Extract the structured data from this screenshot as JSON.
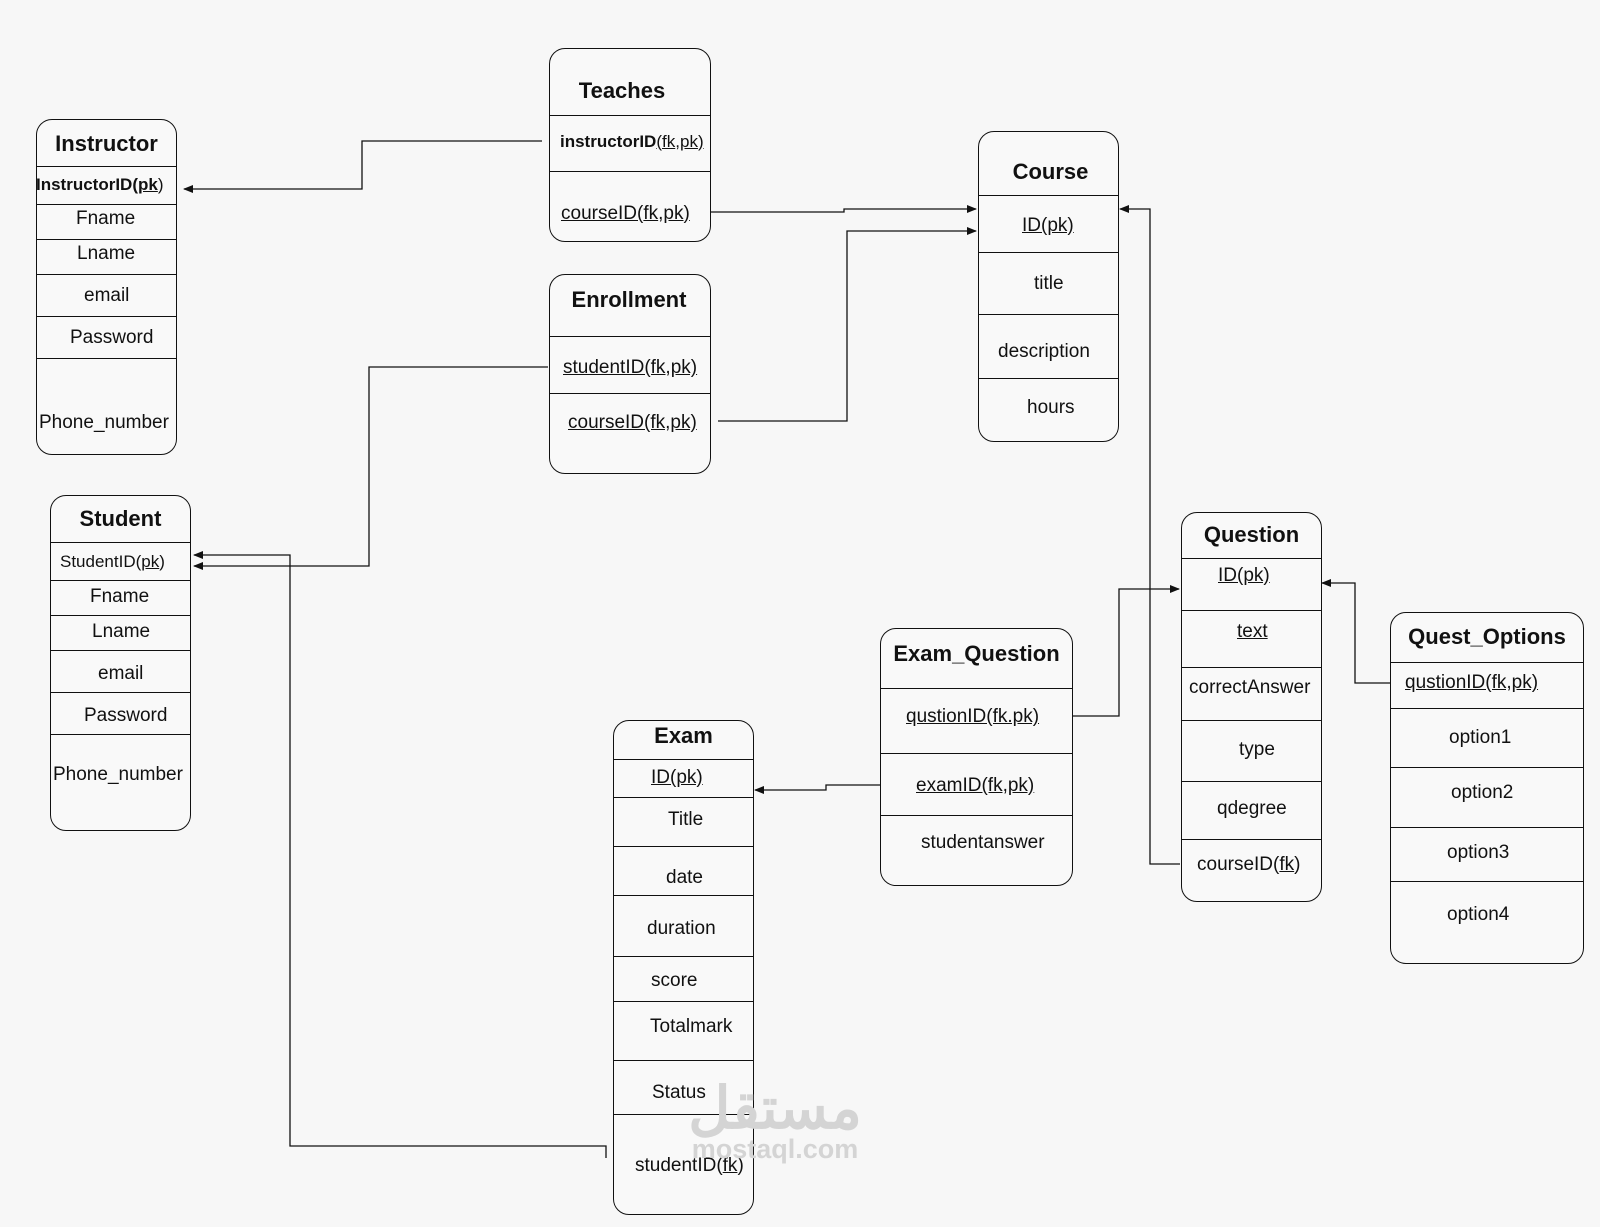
{
  "entities": [
    {
      "id": "instructor",
      "title": "Instructor",
      "fields": [
        [
          {
            "t": "InstructorID(",
            "b": 1
          },
          {
            "t": "pk",
            "b": 1,
            "u": 1
          },
          {
            "t": ")"
          }
        ],
        [
          {
            "t": "Fname"
          }
        ],
        [
          {
            "t": "Lname"
          }
        ],
        [
          {
            "t": "email"
          }
        ],
        [
          {
            "t": "Password"
          }
        ],
        [
          {
            "t": "Phone_number"
          }
        ]
      ]
    },
    {
      "id": "teaches",
      "title": "Teaches",
      "fields": [
        [
          {
            "t": "instructorID",
            "b": 1
          },
          {
            "t": "(",
            "u": 1
          },
          {
            "t": "fk",
            "u": 1
          },
          {
            "t": ",",
            "u": 1
          },
          {
            "t": "pk",
            "u": 1
          },
          {
            "t": ")",
            "u": 1
          }
        ],
        [
          {
            "t": "courseID(",
            "u": 1
          },
          {
            "t": "fk",
            "u": 1
          },
          {
            "t": ",",
            "u": 1
          },
          {
            "t": "pk",
            "u": 1
          },
          {
            "t": ")",
            "u": 1
          }
        ]
      ]
    },
    {
      "id": "enrollment",
      "title": "Enrollment",
      "fields": [
        [
          {
            "t": "studentID(fk,pk)",
            "u": 1
          }
        ],
        [
          {
            "t": "courseID(fk,pk)",
            "u": 1
          }
        ]
      ]
    },
    {
      "id": "course",
      "title": "Course",
      "fields": [
        [
          {
            "t": "ID(pk)",
            "u": 1
          }
        ],
        [
          {
            "t": "title"
          }
        ],
        [
          {
            "t": "description"
          }
        ],
        [
          {
            "t": "hours"
          }
        ]
      ]
    },
    {
      "id": "student",
      "title": "Student",
      "fields": [
        [
          {
            "t": "StudentID("
          },
          {
            "t": "pk",
            "u": 1
          },
          {
            "t": ")"
          }
        ],
        [
          {
            "t": "Fname"
          }
        ],
        [
          {
            "t": "Lname"
          }
        ],
        [
          {
            "t": "email"
          }
        ],
        [
          {
            "t": "Password"
          }
        ],
        [
          {
            "t": "Phone_number"
          }
        ]
      ]
    },
    {
      "id": "question",
      "title": "Question",
      "fields": [
        [
          {
            "t": "ID(pk)",
            "u": 1
          }
        ],
        [
          {
            "t": "text",
            "u": 1
          }
        ],
        [
          {
            "t": "correctAnswer"
          }
        ],
        [
          {
            "t": "type"
          }
        ],
        [
          {
            "t": "qdegree"
          }
        ],
        [
          {
            "t": "courseID("
          },
          {
            "t": "fk",
            "u": 1
          },
          {
            "t": ")"
          }
        ]
      ]
    },
    {
      "id": "quest_options",
      "title": "Quest_Options",
      "fields": [
        [
          {
            "t": "qustionID(fk,pk)",
            "u": 1
          }
        ],
        [
          {
            "t": "option1"
          }
        ],
        [
          {
            "t": "option2"
          }
        ],
        [
          {
            "t": "option3"
          }
        ],
        [
          {
            "t": "option4"
          }
        ]
      ]
    },
    {
      "id": "exam_question",
      "title": "Exam_Question",
      "fields": [
        [
          {
            "t": "qustionID(fk.pk)",
            "u": 1
          }
        ],
        [
          {
            "t": "examID(fk,pk)",
            "u": 1
          }
        ],
        [
          {
            "t": "studentanswer"
          }
        ]
      ]
    },
    {
      "id": "exam",
      "title": "Exam",
      "fields": [
        [
          {
            "t": "ID(pk)",
            "u": 1
          }
        ],
        [
          {
            "t": "Title"
          }
        ],
        [
          {
            "t": "date"
          }
        ],
        [
          {
            "t": "duration"
          }
        ],
        [
          {
            "t": "score"
          }
        ],
        [
          {
            "t": "Totalmark"
          }
        ],
        [
          {
            "t": "Status"
          }
        ],
        [
          {
            "t": "studentID("
          },
          {
            "t": "fk",
            "u": 1
          },
          {
            "t": ")"
          }
        ]
      ]
    }
  ],
  "relationships": [
    {
      "from": "teaches.instructorID",
      "to": "instructor.InstructorID"
    },
    {
      "from": "teaches.courseID",
      "to": "course.ID"
    },
    {
      "from": "enrollment.courseID",
      "to": "course.ID"
    },
    {
      "from": "enrollment.studentID",
      "to": "student.StudentID"
    },
    {
      "from": "exam.studentID",
      "to": "student.StudentID"
    },
    {
      "from": "question.courseID",
      "to": "course.ID"
    },
    {
      "from": "exam_question.qustionID",
      "to": "question.ID"
    },
    {
      "from": "exam_question.examID",
      "to": "exam.ID"
    },
    {
      "from": "quest_options.qustionID",
      "to": "question.ID"
    }
  ],
  "watermark": {
    "arabic": "مستقل",
    "latin": "mostaql.com"
  }
}
